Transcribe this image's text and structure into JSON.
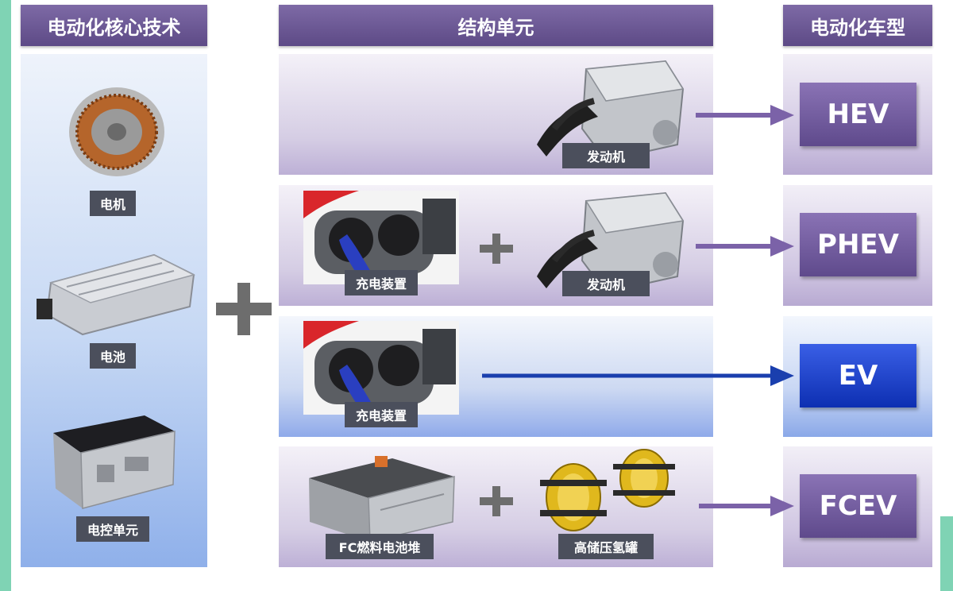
{
  "headers": {
    "core_tech": "电动化核心技术",
    "structure": "结构单元",
    "vehicle_types": "电动化车型"
  },
  "core_components": [
    {
      "label": "电机",
      "icon": "motor-icon"
    },
    {
      "label": "电池",
      "icon": "battery-icon"
    },
    {
      "label": "电控单元",
      "icon": "control-unit-icon"
    }
  ],
  "structure_rows": [
    {
      "items": [
        "发动机"
      ],
      "vehicle": "HEV",
      "color": "purple"
    },
    {
      "items": [
        "充电装置",
        "发动机"
      ],
      "vehicle": "PHEV",
      "color": "purple"
    },
    {
      "items": [
        "充电装置"
      ],
      "vehicle": "EV",
      "color": "blue"
    },
    {
      "items": [
        "FC燃料电池堆",
        "高储压氢罐"
      ],
      "vehicle": "FCEV",
      "color": "purple"
    }
  ],
  "colors": {
    "header": "#6b5895",
    "purple_arrow": "#7b62a8",
    "blue_arrow": "#1a3fae",
    "label_bg": "#4b4f5c"
  }
}
